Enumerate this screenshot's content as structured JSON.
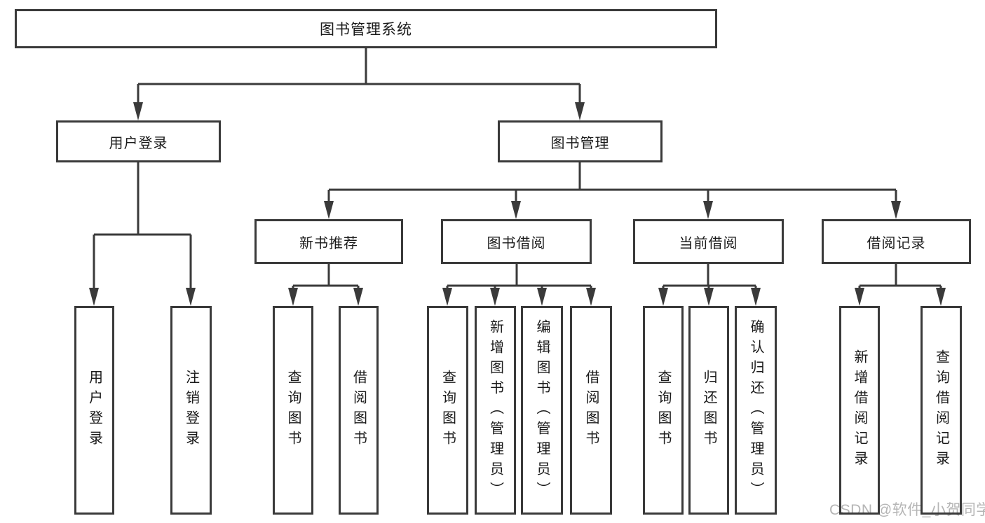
{
  "tree": {
    "root": {
      "label": "图书管理系统",
      "children": [
        {
          "label": "用户登录",
          "children": [
            {
              "label": "用户登录"
            },
            {
              "label": "注销登录"
            }
          ]
        },
        {
          "label": "图书管理",
          "children": [
            {
              "label": "新书推荐",
              "children": [
                {
                  "label": "查询图书"
                },
                {
                  "label": "借阅图书"
                }
              ]
            },
            {
              "label": "图书借阅",
              "children": [
                {
                  "label": "查询图书"
                },
                {
                  "label": "新增图书（管理员）"
                },
                {
                  "label": "编辑图书（管理员）"
                },
                {
                  "label": "借阅图书"
                }
              ]
            },
            {
              "label": "当前借阅",
              "children": [
                {
                  "label": "查询图书"
                },
                {
                  "label": "归还图书"
                },
                {
                  "label": "确认归还（管理员）"
                }
              ]
            },
            {
              "label": "借阅记录",
              "children": [
                {
                  "label": "新增借阅记录"
                },
                {
                  "label": "查询借阅记录"
                }
              ]
            }
          ]
        }
      ]
    }
  },
  "watermark": {
    "text": "CSDN @软件_小贺同学"
  },
  "colors": {
    "line": "#3a3a3a",
    "box_border": "#3a3a3a",
    "text": "#1a1a1a",
    "background": "#ffffff",
    "watermark": "#b5b5b5"
  }
}
